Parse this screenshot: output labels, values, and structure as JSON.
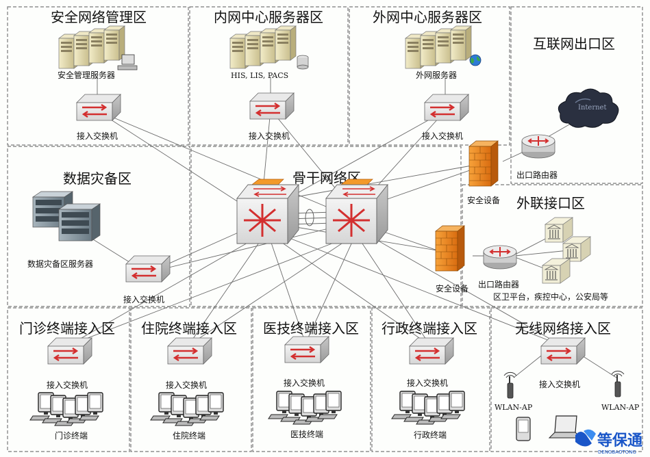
{
  "zones": {
    "security_mgmt": "安全网络管理区",
    "intranet_center": "内网中心服务器区",
    "extranet_center": "外网中心服务器区",
    "internet_exit": "互联网出口区",
    "disaster_backup": "数据灾备区",
    "backbone": "骨干网络区",
    "external_interface": "外联接口区",
    "outpatient": "门诊终端接入区",
    "inpatient": "住院终端接入区",
    "medtech": "医技终端接入区",
    "admin": "行政终端接入区",
    "wireless": "无线网络接入区"
  },
  "labels": {
    "security_server": "安全管理服务器",
    "intranet_servers": "HIS, LIS, PACS",
    "extranet_servers": "外网服务器",
    "access_switch": "接入交换机",
    "exit_router": "出口路由器",
    "internet_cloud": "Internet",
    "security_device": "安全设备",
    "backup_server": "数据灾备区服务器",
    "external_orgs": "区卫平台，疾控中心，公安局等",
    "outpatient_terminal": "门诊终端",
    "inpatient_terminal": "住院终端",
    "medtech_terminal": "医技终端",
    "admin_terminal": "行政终端",
    "wlan_ap": "WLAN-AP"
  },
  "watermark": {
    "cn": "等保通",
    "en": "DENGBAOTONG",
    "color": "#1a56c8"
  },
  "colors": {
    "switch_arrow": "#d32f2f",
    "firewall": "#f08a1c",
    "server_body": "#e6dfb8",
    "cloud": "#2a3040"
  }
}
